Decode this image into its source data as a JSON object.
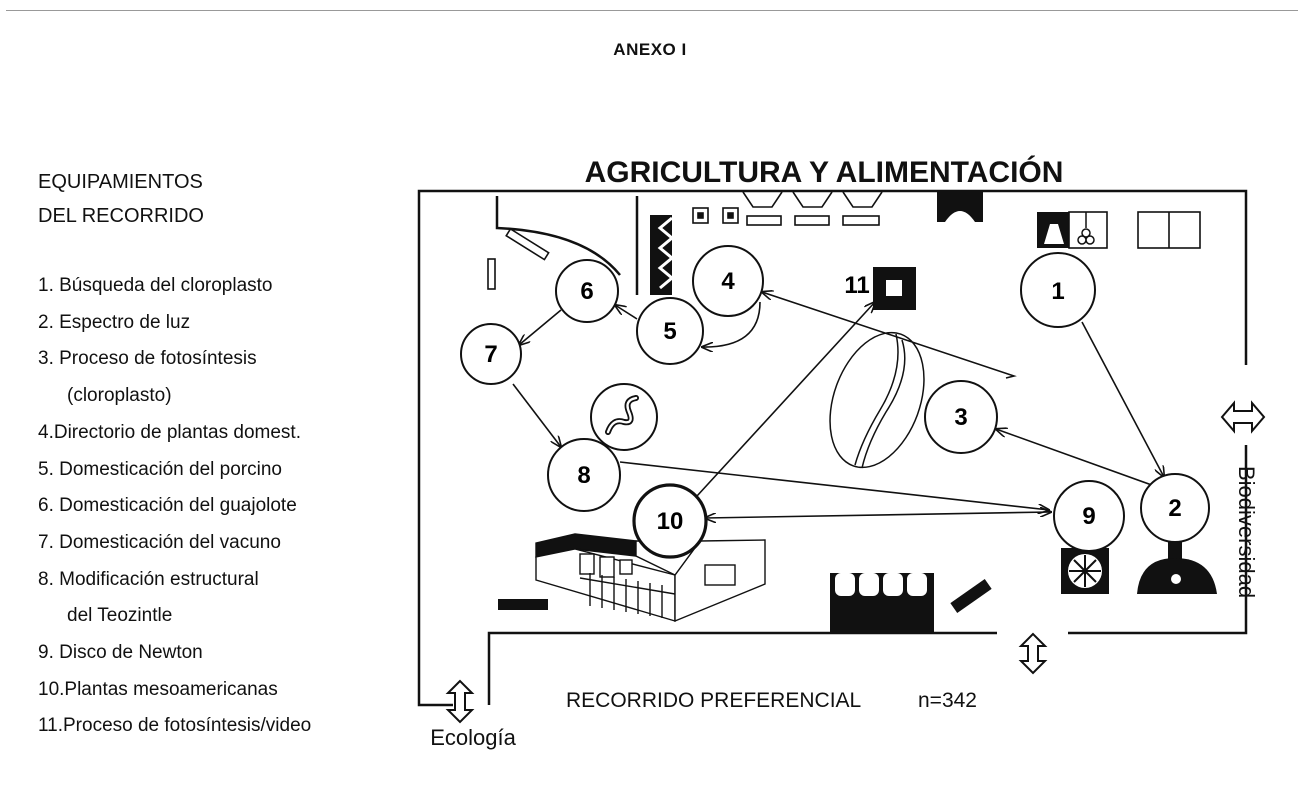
{
  "annex_title": "ANEXO I",
  "legend": {
    "title_line1": "EQUIPAMIENTOS",
    "title_line2": "DEL RECORRIDO",
    "items": [
      {
        "text": "1. Búsqueda del cloroplasto",
        "indent": false
      },
      {
        "text": "2. Espectro de luz",
        "indent": false
      },
      {
        "text": "3. Proceso de fotosíntesis",
        "indent": false
      },
      {
        "text": "(cloroplasto)",
        "indent": true
      },
      {
        "text": "4.Directorio de plantas domest.",
        "indent": false
      },
      {
        "text": "5. Domesticación del porcino",
        "indent": false
      },
      {
        "text": "6. Domesticación del guajolote",
        "indent": false
      },
      {
        "text": "7. Domesticación del vacuno",
        "indent": false
      },
      {
        "text": "8. Modificación estructural",
        "indent": false
      },
      {
        "text": "del Teozintle",
        "indent": true
      },
      {
        "text": "9. Disco de Newton",
        "indent": false
      },
      {
        "text": "10.Plantas mesoamericanas",
        "indent": false
      },
      {
        "text": "11.Proceso de fotosíntesis/video",
        "indent": false
      }
    ]
  },
  "diagram": {
    "title": "AGRICULTURA Y ALIMENTACIÓN",
    "route_label": "RECORRIDO PREFERENCIAL",
    "sample_size": "n=342",
    "exit_left_label": "Ecología",
    "exit_right_label": "Biodiversidad",
    "nodes": [
      {
        "label": "1"
      },
      {
        "label": "2"
      },
      {
        "label": "3"
      },
      {
        "label": "4"
      },
      {
        "label": "5"
      },
      {
        "label": "6"
      },
      {
        "label": "7"
      },
      {
        "label": "8"
      },
      {
        "label": "9"
      },
      {
        "label": "10"
      },
      {
        "label": "11"
      }
    ]
  },
  "colors": {
    "ink": "#111111",
    "paper": "#ffffff"
  }
}
